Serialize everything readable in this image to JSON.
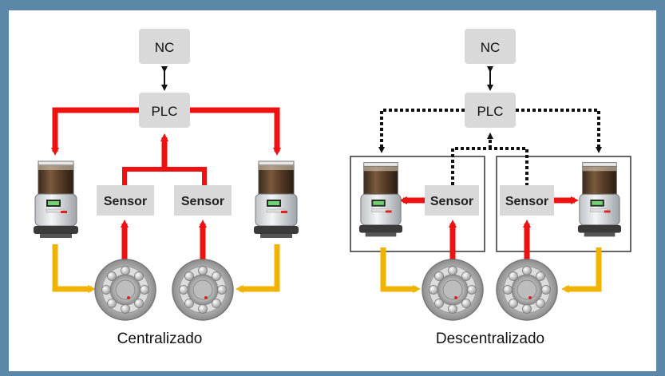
{
  "left": {
    "nc": "NC",
    "plc": "PLC",
    "sensor_a": "Sensor",
    "sensor_b": "Sensor",
    "caption": "Centralizado"
  },
  "right": {
    "nc": "NC",
    "plc": "PLC",
    "sensor_a": "Sensor",
    "sensor_b": "Sensor",
    "caption": "Descentralizado"
  },
  "colors": {
    "frame": "#5b88a8",
    "box_fill": "#d9d9d9",
    "signal_red": "#ee1111",
    "lube_yellow": "#f0b400",
    "comm_dotted": "#111111"
  },
  "icons": [
    "lubricator-unit-icon",
    "bearing-icon"
  ]
}
